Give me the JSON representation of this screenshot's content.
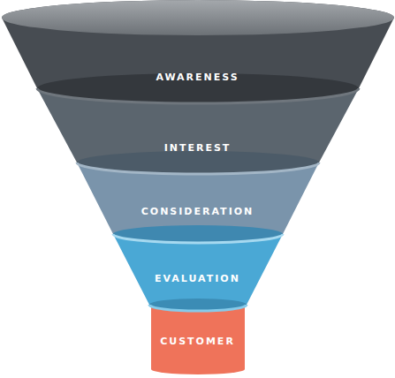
{
  "diagram": {
    "nodes": [
      {
        "text": [
          "AWARENESS"
        ]
      },
      {
        "text": [
          "INTEREST"
        ]
      },
      {
        "text": [
          "CONSIDERATION"
        ]
      },
      {
        "text": [
          "EVALUATION"
        ]
      },
      {
        "text": [
          "CUSTOMER"
        ]
      }
    ]
  }
}
